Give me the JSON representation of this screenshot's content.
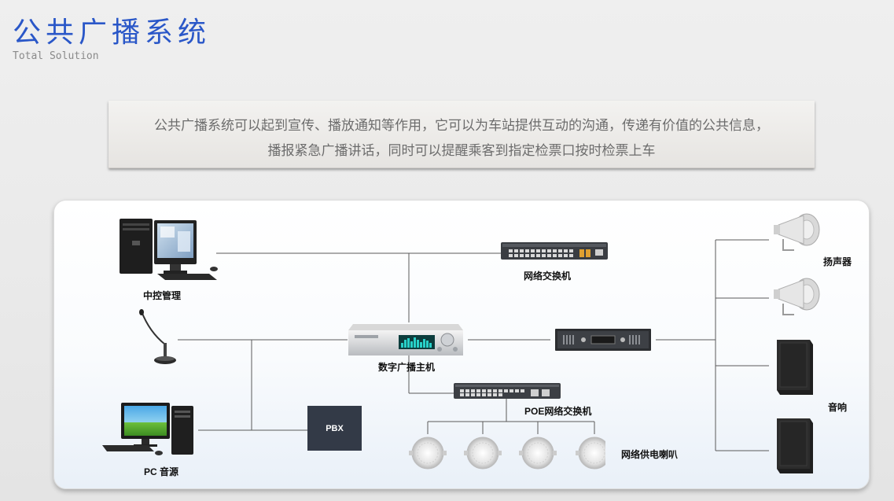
{
  "header": {
    "title": "公共广播系统",
    "subtitle": "Total Solution"
  },
  "intro": {
    "line1": "公共广播系统可以起到宣传、播放通知等作用，它可以为车站提供互动的沟通，传递有价值的公共信息，",
    "line2": "播报紧急广播讲话，同时可以提醒乘客到指定检票口按时检票上车"
  },
  "diagram": {
    "central_control": "中控管理",
    "network_switch": "网络交换机",
    "digital_host": "数字广播主机",
    "poe_switch": "POE网络交换机",
    "pc_audio": "PC 音源",
    "pbx": "PBX",
    "poe_speakers": "网络供电喇叭",
    "loudspeakers": "扬声器",
    "sound_boxes": "音响"
  },
  "colors": {
    "title": "#2a57c8",
    "wire": "#5a5a5a",
    "pbx_bg": "#333a47"
  }
}
